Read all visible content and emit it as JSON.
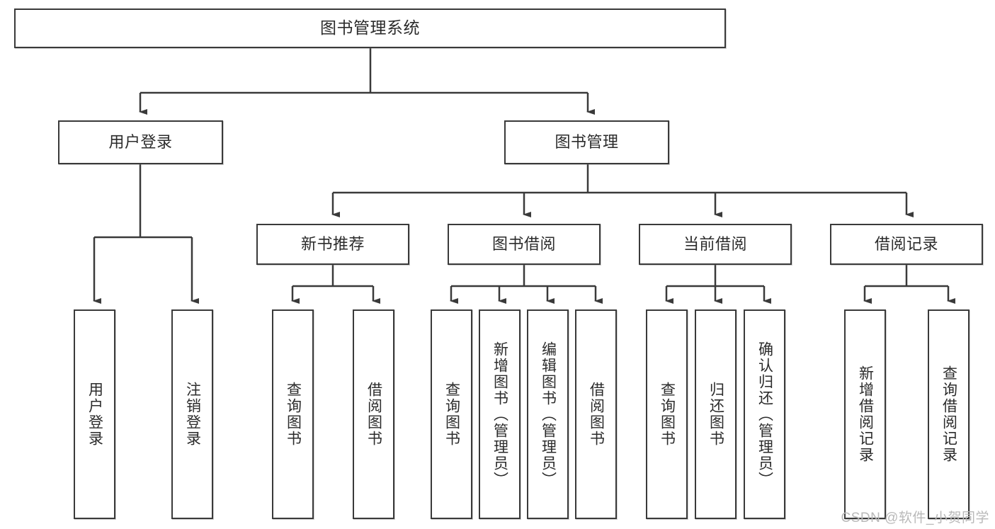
{
  "diagram": {
    "title": "图书管理系统",
    "watermark": "CSDN @软件_小贺同学",
    "stroke_color": "#3a3a3a",
    "text_color": "#2b2b2b",
    "background_color": "#ffffff"
  },
  "nodes": {
    "root": {
      "label": "图书管理系统"
    },
    "level2": [
      {
        "label": "用户登录"
      },
      {
        "label": "图书管理"
      }
    ],
    "level3": [
      {
        "label": "新书推荐"
      },
      {
        "label": "图书借阅"
      },
      {
        "label": "当前借阅"
      },
      {
        "label": "借阅记录"
      }
    ],
    "leaves": {
      "user_login": [
        {
          "label": "用户登录"
        },
        {
          "label": "注销登录"
        }
      ],
      "new_book": [
        {
          "label": "查询图书"
        },
        {
          "label": "借阅图书"
        }
      ],
      "book_borrow": [
        {
          "label": "查询图书"
        },
        {
          "label": "新增图书（管理员）"
        },
        {
          "label": "编辑图书（管理员）"
        },
        {
          "label": "借阅图书"
        }
      ],
      "current_borrow": [
        {
          "label": "查询图书"
        },
        {
          "label": "归还图书"
        },
        {
          "label": "确认归还（管理员）"
        }
      ],
      "borrow_record": [
        {
          "label": "新增借阅记录"
        },
        {
          "label": "查询借阅记录"
        }
      ]
    }
  }
}
